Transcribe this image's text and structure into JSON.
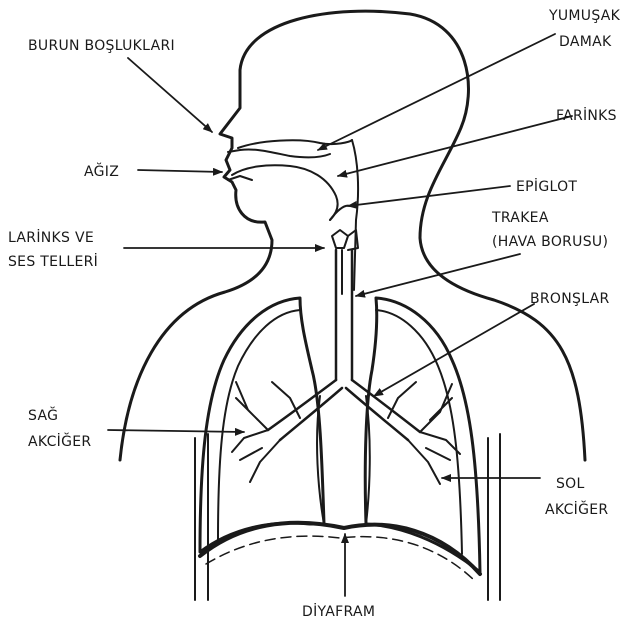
{
  "labels": {
    "burun": "BURUN BOŞLUKLARI",
    "yumusak1": "YUMUŞAK",
    "yumusak2": "DAMAK",
    "farinks": "FARİNKS",
    "agiz": "AĞIZ",
    "epiglot": "EPİGLOT",
    "trakea1": "TRAKEA",
    "trakea2": "(HAVA BORUSU)",
    "larinks1": "LARİNKS VE",
    "larinks2": "SES TELLERİ",
    "bronslar": "BRONŞLAR",
    "sag1": "SAĞ",
    "sag2": "AKCİĞER",
    "sol1": "SOL",
    "sol2": "AKCİĞER",
    "diyafram": "DİYAFRAM"
  },
  "colors": {
    "ink": "#1a1a1a",
    "background": "#ffffff"
  }
}
